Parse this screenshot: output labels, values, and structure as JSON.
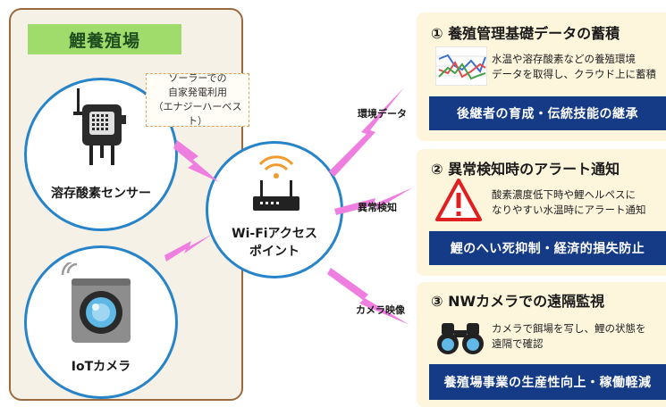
{
  "farm": {
    "title": "鯉養殖場",
    "callout": [
      "ソーラーでの",
      "自家発電利用",
      "（エナジーハーベスト）"
    ],
    "sensor_label": "溶存酸素センサー",
    "camera_label": "IoTカメラ"
  },
  "hub": {
    "line1": "Wi-Fiアクセス",
    "line2": "ポイント"
  },
  "links": [
    {
      "label": "環境データ"
    },
    {
      "label": "異常検知"
    },
    {
      "label": "カメラ映像"
    }
  ],
  "cards": [
    {
      "title": "① 養殖管理基礎データの蓄積",
      "desc": [
        "水温や溶存酸素などの養殖環境",
        "データを取得し、クラウド上に蓄積"
      ],
      "bar": "後継者の育成・伝統技能の継承",
      "icon": "line-chart-icon"
    },
    {
      "title": "② 異常検知時のアラート通知",
      "desc": [
        "酸素濃度低下時や鯉ヘルペスに",
        "なりやすい水温時にアラート通知"
      ],
      "bar": "鯉のへい死抑制・経済的損失防止",
      "icon": "warning-icon"
    },
    {
      "title": "③ NWカメラでの遠隔監視",
      "desc": [
        "カメラで餌場を写し、鯉の状態を",
        "遠隔で確認"
      ],
      "bar": "養殖場事業の生産性向上・稼働軽減",
      "icon": "binoculars-icon"
    }
  ],
  "colors": {
    "card_bg": "#fdf5dc",
    "bar_bg": "#163b86",
    "node_border": "#2784c8",
    "lightning": "#ee7fe0",
    "farm_title_bg": "#9fdc6c",
    "farm_border": "#9a6a3f"
  }
}
